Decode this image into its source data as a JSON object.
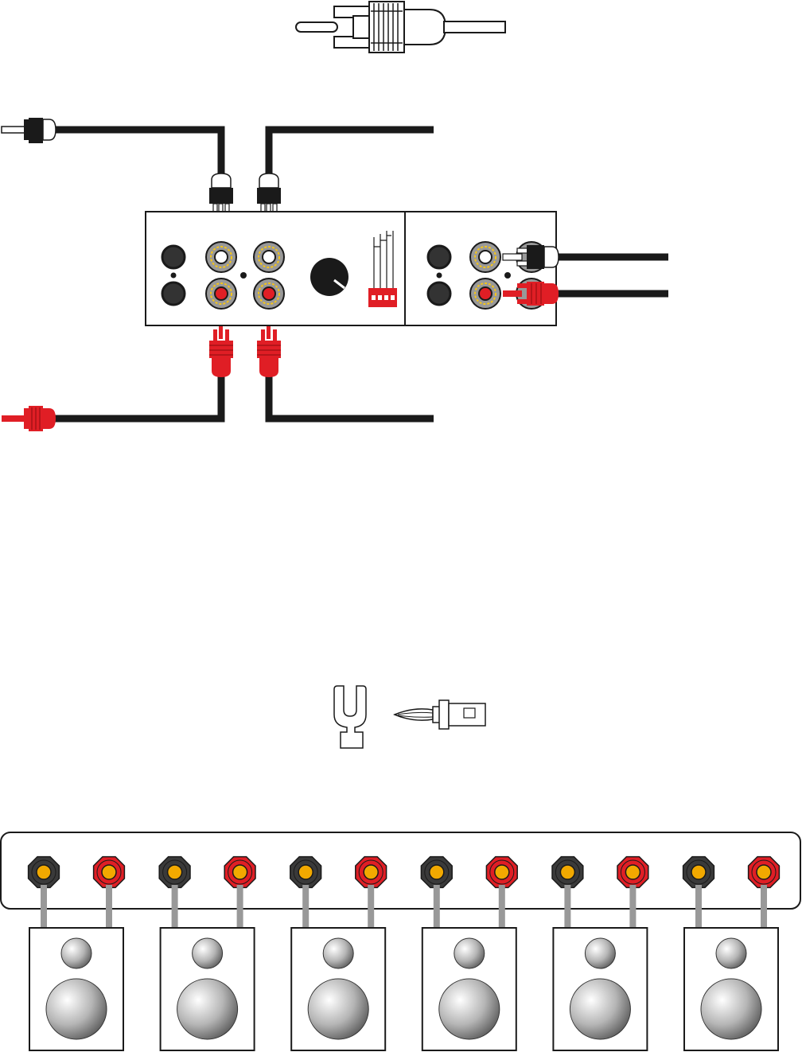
{
  "colors": {
    "black": "#1a1a1a",
    "red": "#e01e25",
    "white": "#ffffff",
    "jack_yellow": "#f5c518",
    "terminal_gold": "#f2a900",
    "terminal_dark": "#3a3a3a",
    "speaker_wire": "#999999",
    "dip_red": "#e01e25"
  },
  "icons": {
    "rca_plug": "rca-plug-icon",
    "spade_connector": "spade-connector-icon",
    "banana_plug": "banana-plug-icon",
    "speaker": "speaker-icon",
    "binding_post": "binding-post-icon",
    "volume_knob": "knob-icon",
    "dip_switch": "dip-switch-icon"
  },
  "amplifier": {
    "dip_switch_positions": 4,
    "input_pairs": 2,
    "output_pairs": 1
  },
  "speakers": {
    "count": 6,
    "terminals_per_speaker": [
      "negative",
      "positive"
    ]
  }
}
